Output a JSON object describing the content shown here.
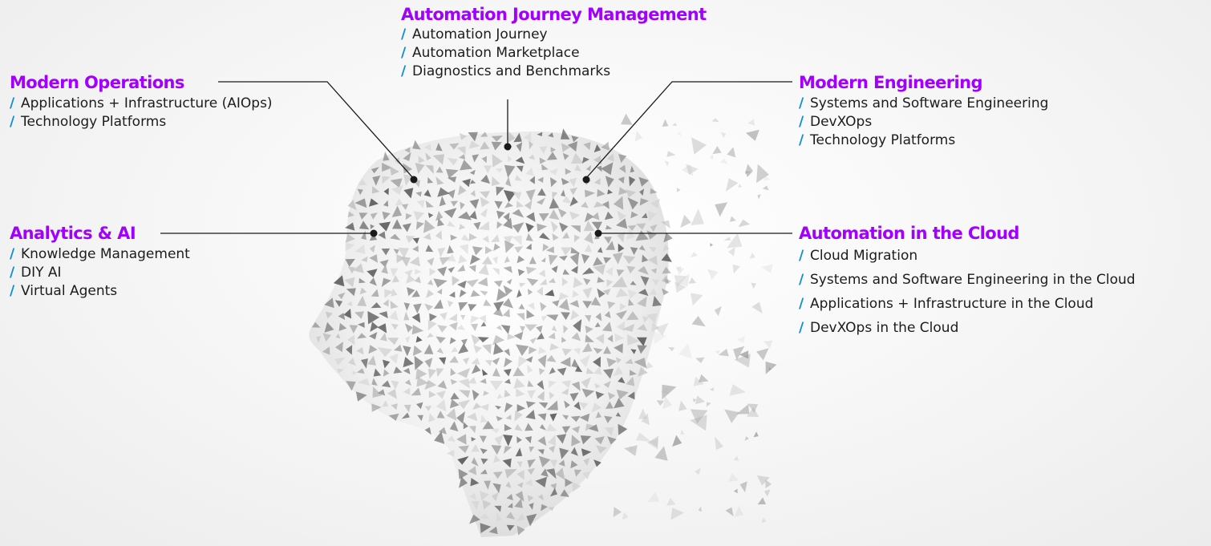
{
  "colors": {
    "title": "#a100ff",
    "slash": "#0d8fd6",
    "text": "#1c1c1c",
    "connector": "#1a1a1a",
    "head": "#7d7d7d"
  },
  "diagram": {
    "groups": [
      {
        "id": "modern_operations",
        "title": "Modern Operations",
        "items": [
          {
            "slash": "/",
            "label": "Applications + Infrastructure (AIOps)"
          },
          {
            "slash": "/",
            "label": "Technology Platforms"
          }
        ]
      },
      {
        "id": "automation_journey_management",
        "title": "Automation Journey Management",
        "items": [
          {
            "slash": "/",
            "label": "Automation Journey"
          },
          {
            "slash": "/",
            "label": "Automation Marketplace"
          },
          {
            "slash": "/",
            "label": "Diagnostics and Benchmarks"
          }
        ]
      },
      {
        "id": "modern_engineering",
        "title": "Modern Engineering",
        "items": [
          {
            "slash": "/",
            "label": "Systems and Software Engineering"
          },
          {
            "slash": "/",
            "label": "DevXOps"
          },
          {
            "slash": "/",
            "label": "Technology Platforms"
          }
        ]
      },
      {
        "id": "analytics_ai",
        "title": "Analytics & AI",
        "items": [
          {
            "slash": "/",
            "label": "Knowledge Management"
          },
          {
            "slash": "/",
            "label": "DIY AI"
          },
          {
            "slash": "/",
            "label": "Virtual Agents"
          }
        ]
      },
      {
        "id": "automation_in_the_cloud",
        "title": "Automation in the Cloud",
        "items": [
          {
            "slash": "/",
            "label": "Cloud Migration"
          },
          {
            "slash": "/",
            "label": "Systems and Software Engineering in the Cloud"
          },
          {
            "slash": "/",
            "label": "Applications + Infrastructure in the Cloud"
          },
          {
            "slash": "/",
            "label": "DevXOps in the Cloud"
          }
        ]
      }
    ]
  }
}
